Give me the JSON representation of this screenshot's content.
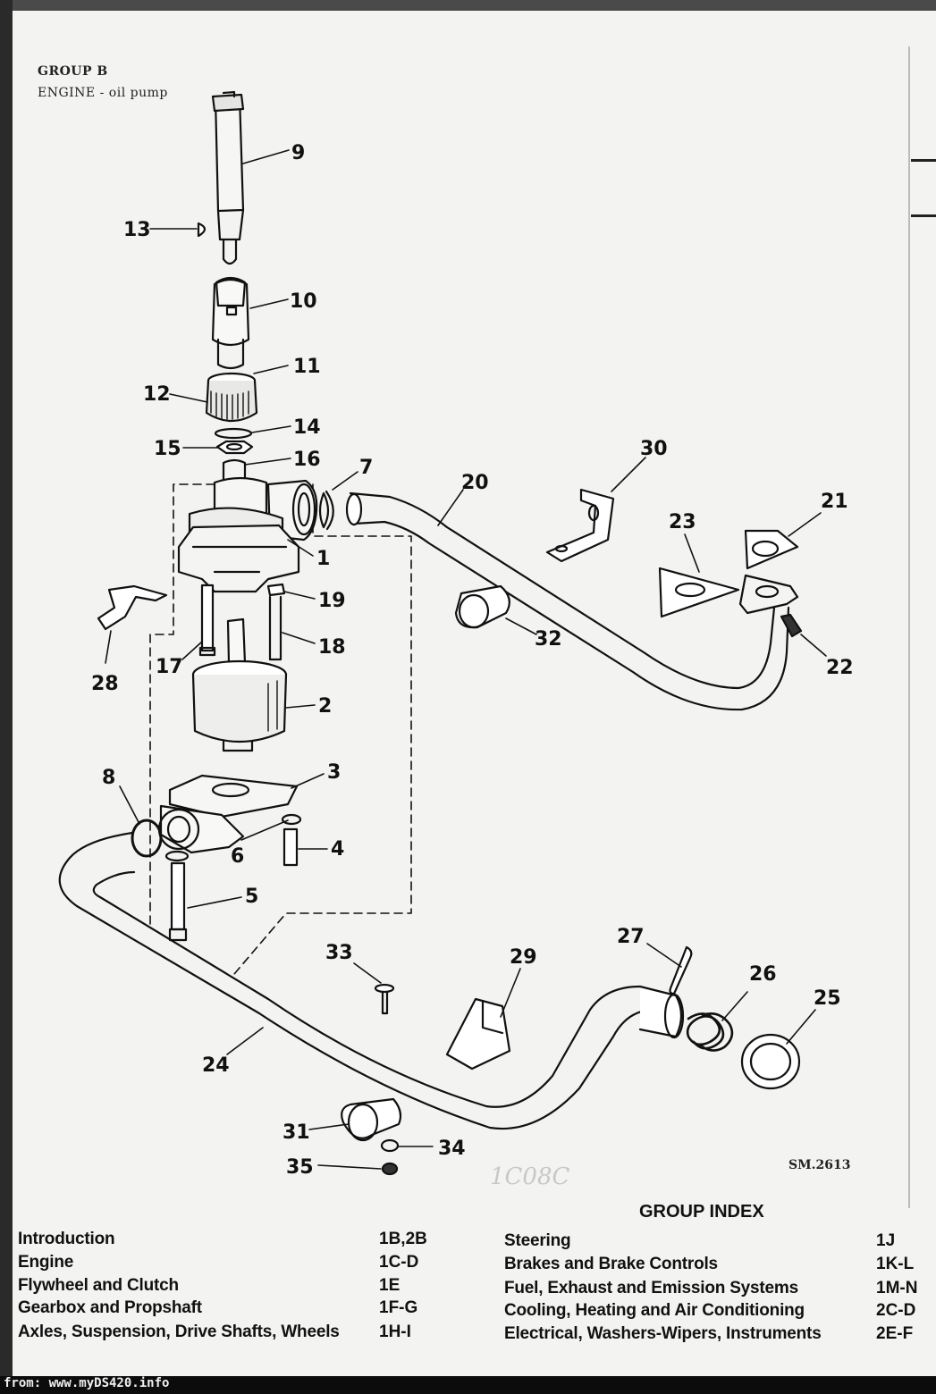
{
  "header": {
    "group": "GROUP B",
    "subtitle": "ENGINE - oil pump"
  },
  "diagram": {
    "part_labels": [
      "9",
      "13",
      "10",
      "11",
      "12",
      "14",
      "15",
      "16",
      "7",
      "1",
      "20",
      "30",
      "23",
      "21",
      "19",
      "18",
      "17",
      "28",
      "2",
      "32",
      "22",
      "8",
      "3",
      "6",
      "4",
      "5",
      "33",
      "29",
      "27",
      "26",
      "25",
      "24",
      "31",
      "34",
      "35"
    ],
    "reference": "SM.2613",
    "stamp": "1C08C"
  },
  "index": {
    "title": "GROUP INDEX",
    "left": [
      {
        "name": "Introduction",
        "page": "1B,2B"
      },
      {
        "name": "Engine",
        "page": "1C-D"
      },
      {
        "name": "Flywheel and Clutch",
        "page": "1E"
      },
      {
        "name": "Gearbox and Propshaft",
        "page": "1F-G"
      },
      {
        "name": "Axles, Suspension, Drive Shafts, Wheels",
        "page": "1H-I"
      }
    ],
    "right": [
      {
        "name": "Steering",
        "page": "1J"
      },
      {
        "name": "Brakes and Brake Controls",
        "page": "1K-L"
      },
      {
        "name": "Fuel, Exhaust and Emission Systems",
        "page": "1M-N"
      },
      {
        "name": "Cooling, Heating and Air Conditioning",
        "page": "2C-D"
      },
      {
        "name": "Electrical, Washers-Wipers, Instruments",
        "page": "2E-F"
      }
    ]
  },
  "source": "from: www.myDS420.info"
}
